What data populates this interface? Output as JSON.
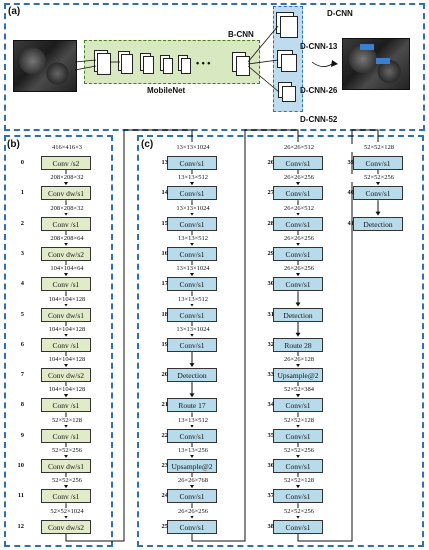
{
  "panel_labels": {
    "a": "(a)",
    "b": "(b)",
    "c": "(c)"
  },
  "top": {
    "bcnn": "B-CNN",
    "dcnn": "D-CNN",
    "mobilenet": "MobileNet",
    "dots": "• • •",
    "dcnn13": "D-CNN-13",
    "dcnn26": "D-CNN-26",
    "dcnn52": "D-CNN-52"
  },
  "b_nodes": [
    {
      "idx": "0",
      "label": "Conv /s2",
      "in": "416×416×3"
    },
    {
      "idx": "1",
      "label": "Conv dw/s1",
      "in": "208×208×32"
    },
    {
      "idx": "2",
      "label": "Conv /s1",
      "in": "208×208×32"
    },
    {
      "idx": "3",
      "label": "Conv dw/s2",
      "in": "208×208×64"
    },
    {
      "idx": "4",
      "label": "Conv /s1",
      "in": "104×104×64"
    },
    {
      "idx": "5",
      "label": "Conv dw/s1",
      "in": "104×104×128"
    },
    {
      "idx": "6",
      "label": "Conv /s1",
      "in": "104×104×128"
    },
    {
      "idx": "7",
      "label": "Conv dw/s2",
      "in": "104×104×128"
    },
    {
      "idx": "8",
      "label": "Conv /s1",
      "in": "104×104×128"
    },
    {
      "idx": "9",
      "label": "Conv /s1",
      "in": "52×52×128"
    },
    {
      "idx": "10",
      "label": "Conv dw/s1",
      "in": "52×52×256"
    },
    {
      "idx": "11",
      "label": "Conv /s1",
      "in": "52×52×256"
    },
    {
      "idx": "12",
      "label": "Conv dw/s2",
      "in": "52×52×1024"
    }
  ],
  "c1_nodes": [
    {
      "idx": "13",
      "label": "Conv/s1",
      "in": "13×13×1024"
    },
    {
      "idx": "14",
      "label": "Conv/s1",
      "in": "13×13×512"
    },
    {
      "idx": "15",
      "label": "Conv/s1",
      "in": "13×13×1024"
    },
    {
      "idx": "16",
      "label": "Conv/s1",
      "in": "13×13×512"
    },
    {
      "idx": "17",
      "label": "Conv/s1",
      "in": "13×13×1024"
    },
    {
      "idx": "18",
      "label": "Conv/s1",
      "in": "13×13×512"
    },
    {
      "idx": "19",
      "label": "Conv/s1",
      "in": "13×13×1024"
    },
    {
      "idx": "20",
      "label": "Detection",
      "in": ""
    },
    {
      "idx": "21",
      "label": "Route 17",
      "in": ""
    },
    {
      "idx": "22",
      "label": "Conv/s1",
      "in": "13×13×512"
    },
    {
      "idx": "23",
      "label": "Upsample@2",
      "in": "13×13×256"
    },
    {
      "idx": "24",
      "label": "Conv/s1",
      "in": "26×26×768"
    },
    {
      "idx": "25",
      "label": "Conv/s1",
      "in": "26×26×256"
    }
  ],
  "c2_nodes": [
    {
      "idx": "26",
      "label": "Conv/s1",
      "in": "26×26×512"
    },
    {
      "idx": "27",
      "label": "Conv/s1",
      "in": "26×26×256"
    },
    {
      "idx": "28",
      "label": "Conv/s1",
      "in": "26×26×512"
    },
    {
      "idx": "29",
      "label": "Conv/s1",
      "in": "26×26×256"
    },
    {
      "idx": "30",
      "label": "Conv/s1",
      "in": "26×26×256"
    },
    {
      "idx": "31",
      "label": "Detection",
      "in": ""
    },
    {
      "idx": "32",
      "label": "Route 28",
      "in": ""
    },
    {
      "idx": "33",
      "label": "Upsample@2",
      "in": "26×26×128"
    },
    {
      "idx": "34",
      "label": "Conv/s1",
      "in": "52×52×384"
    },
    {
      "idx": "35",
      "label": "Conv/s1",
      "in": "52×52×128"
    },
    {
      "idx": "36",
      "label": "Conv/s1",
      "in": "52×52×256"
    },
    {
      "idx": "37",
      "label": "Conv/s1",
      "in": "52×52×128"
    },
    {
      "idx": "38",
      "label": "Conv/s1",
      "in": "52×52×256"
    }
  ],
  "c3_nodes": [
    {
      "idx": "39",
      "label": "Conv/s1",
      "in": "52×52×128"
    },
    {
      "idx": "40",
      "label": "Conv/s1",
      "in": "52×52×256"
    },
    {
      "idx": "41",
      "label": "Detection",
      "in": ""
    }
  ],
  "colors": {
    "panel_border": "#2f6fb5",
    "green_node": "#e2ebc9",
    "blue_node": "#b7dbea",
    "mobilenet_bg": "#d8e8c0",
    "dcnn_bg": "#bfdcee"
  }
}
